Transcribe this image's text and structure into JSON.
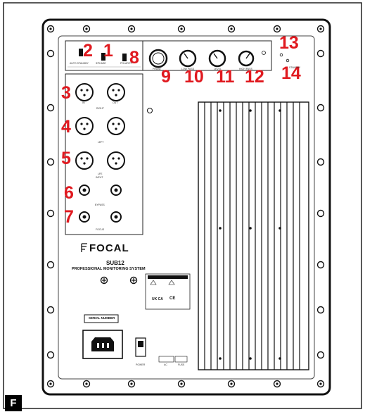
{
  "figure_label": "F",
  "brand": "FOCAL",
  "model": "SUB12",
  "model_subtitle": "PROFESSIONAL MONITORING SYSTEM",
  "serial_label": "SERIAL NUMBER",
  "callouts": [
    "2",
    "1",
    "8",
    "3",
    "4",
    "5",
    "6",
    "7",
    "9",
    "10",
    "11",
    "12",
    "13",
    "14"
  ],
  "switch_labels": {
    "auto_standby": "AUTO STANDBY",
    "phase": "ΦPHASE",
    "polarity": "POLARITY"
  },
  "knob_labels": {
    "k9": "PHASE",
    "k10": "LOW PASS",
    "k11": "LEVEL",
    "k12": "HIGH PASS"
  },
  "io_labels": {
    "in": "IN",
    "out": "OUT",
    "input": "INPUT",
    "left": "LEFT",
    "right": "RIGHT",
    "lfe": "LFE",
    "bypass": "BYPASS",
    "focus": "FOCUS"
  },
  "power_label": "POWER",
  "ac_label": "AC",
  "fuse_label": "FUSE",
  "cert_marks": [
    "UK CA",
    "CE"
  ],
  "standby_label": "STANDBY"
}
